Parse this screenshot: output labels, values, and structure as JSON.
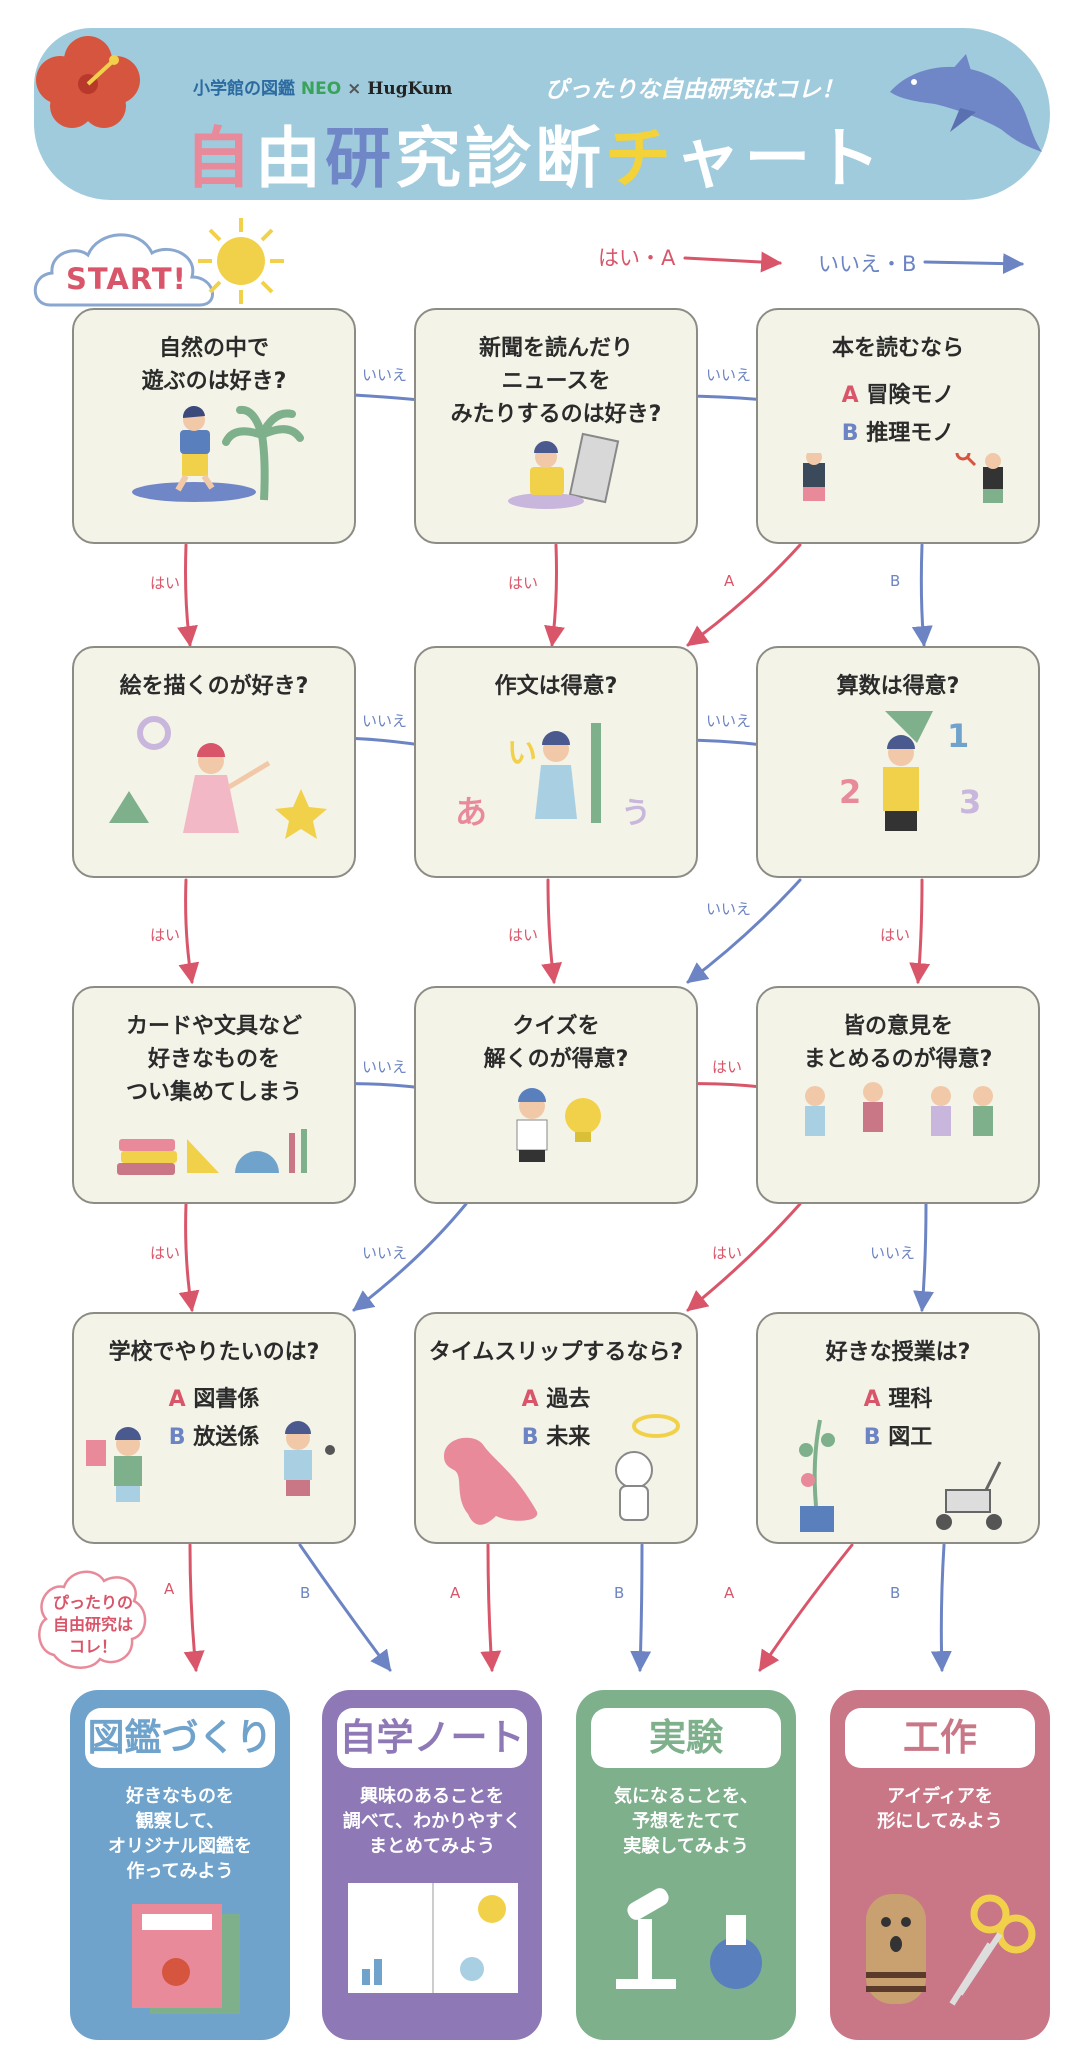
{
  "header": {
    "brand_zukan": "小学館の図鑑",
    "brand_neo": "NEO",
    "brand_x": "×",
    "brand_hugkum": "HugKum",
    "tagline": "ぴったりな自由研究はコレ！",
    "title_parts": [
      "自",
      "由",
      "研",
      "究",
      "診",
      "断",
      "チ",
      "ャ",
      "ー",
      "ト"
    ]
  },
  "start_label": "START!",
  "legend": {
    "yes_a": "はい・A",
    "no_b": "いいえ・B"
  },
  "questions": [
    {
      "text": "自然の中で\n遊ぶのは好き?"
    },
    {
      "text": "新聞を読んだり\nニュースを\nみたりするのは好き?"
    },
    {
      "text": "本を読むなら",
      "a": "冒険モノ",
      "b": "推理モノ"
    },
    {
      "text": "絵を描くのが好き?"
    },
    {
      "text": "作文は得意?"
    },
    {
      "text": "算数は得意?"
    },
    {
      "text": "カードや文具など\n好きなものを\nつい集めてしまう"
    },
    {
      "text": "クイズを\n解くのが得意?"
    },
    {
      "text": "皆の意見を\nまとめるのが得意?"
    },
    {
      "text": "学校でやりたいのは?",
      "a": "図書係",
      "b": "放送係"
    },
    {
      "text": "タイムスリップするなら?",
      "a": "過去",
      "b": "未来"
    },
    {
      "text": "好きな授業は?",
      "a": "理科",
      "b": "図工"
    }
  ],
  "option_markers": {
    "a": "A",
    "b": "B"
  },
  "edge_labels": {
    "yes": "はい",
    "no": "いいえ",
    "a": "A",
    "b": "B"
  },
  "badge": "ぴったりの\n自由研究は\nコレ！",
  "results": [
    {
      "title": "図鑑づくり",
      "desc": "好きなものを\n観察して、\nオリジナル図鑑を\n作ってみよう",
      "color": "#6fa3cc"
    },
    {
      "title": "自学ノート",
      "desc": "興味のあることを\n調べて、わかりやすく\nまとめてみよう",
      "color": "#8e79b6"
    },
    {
      "title": "実験",
      "desc": "気になることを、\n予想をたてて\n実験してみよう",
      "color": "#7fb08c"
    },
    {
      "title": "工作",
      "desc": "アイディアを\n形にしてみよう",
      "color": "#c97686"
    }
  ],
  "colors": {
    "yes": "#d9566a",
    "no": "#6c84c4",
    "box_bg": "#f4f3e8",
    "header_bg": "#9fcbdc"
  },
  "icons": [
    "hibiscus-icon",
    "dolphin-icon",
    "cloud-icon",
    "sun-icon",
    "surfer-icon",
    "palm-tree-icon",
    "newspaper-icon",
    "magnifier-icon",
    "pencil-icon",
    "triangle-icon",
    "star-icon",
    "lightbulb-icon",
    "books-icon",
    "dinosaur-icon",
    "astronaut-icon",
    "plant-icon",
    "robot-icon",
    "microscope-icon",
    "flask-icon",
    "scissors-icon",
    "haniwa-icon"
  ]
}
